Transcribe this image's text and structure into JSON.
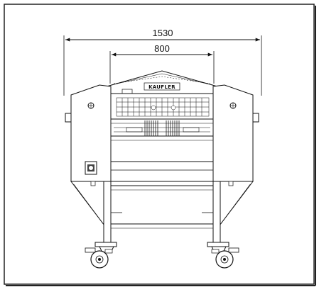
{
  "drawing": {
    "title": "Machine front view with overall dimensions",
    "brand": "KAUFLER",
    "dimensions": {
      "overall_width": "1530",
      "inner_width": "800"
    }
  }
}
